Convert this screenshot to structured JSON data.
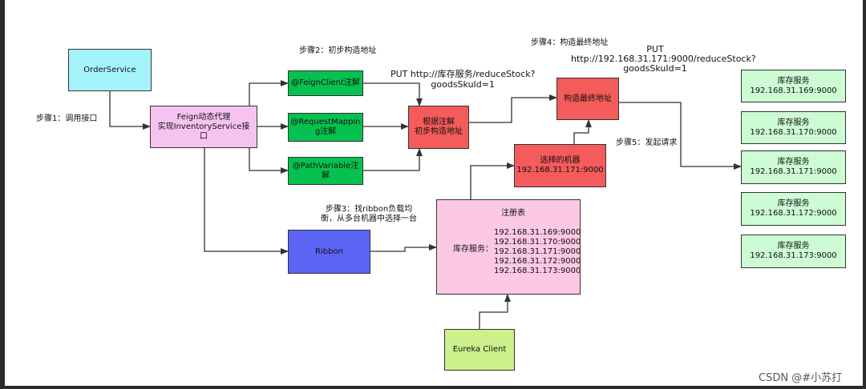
{
  "nodes": {
    "order_service": "OrderService",
    "feign_proxy": [
      "Feign动态代理",
      "实现InventoryService接",
      "口"
    ],
    "feign_client": "@FeignClient注解",
    "request_mapping": [
      "@RequestMappin",
      "g注解"
    ],
    "path_variable": [
      "@PathVariable注",
      "解"
    ],
    "build_initial": [
      "根据注解",
      "初步构造地址"
    ],
    "build_final": "构造最终地址",
    "chosen_machine": [
      "选择的机器",
      "192.168.31.171:9000"
    ],
    "ribbon": "Ribbon",
    "registry_title": "注册表",
    "registry_label": "库存服务：",
    "registry_items": [
      "192.168.31.169:9000",
      "192.168.31.170:9000",
      "192.168.31.171:9000",
      "192.168.31.172:9000",
      "192.168.31.173:9000"
    ],
    "eureka_client": "Eureka Client",
    "inventory_services": [
      {
        "name": "库存服务",
        "addr": "192.168.31.169:9000"
      },
      {
        "name": "库存服务",
        "addr": "192.168.31.170:9000"
      },
      {
        "name": "库存服务",
        "addr": "192.168.31.171:9000"
      },
      {
        "name": "库存服务",
        "addr": "192.168.31.172:9000"
      },
      {
        "name": "库存服务",
        "addr": "192.168.31.173:9000"
      }
    ]
  },
  "labels": {
    "step1": "步骤1：调用接口",
    "step2": "步骤2：初步构造地址",
    "put_initial": [
      "PUT http://库存服务/reduceStock?",
      "goodsSkuId=1"
    ],
    "step4": "步骤4：构造最终地址",
    "put_final": [
      "PUT",
      "http://192.168.31.171:9000/reduceStock?",
      "goodsSkuId=1"
    ],
    "step5": "步骤5：发起请求",
    "step3": [
      "步骤3：找ribbon负载均",
      "衡，从多台机器中选择一台"
    ]
  },
  "watermark": "CSDN @#小苏打",
  "colors": {
    "cyan": "#a6f4fb",
    "pink": "#f6c3f1",
    "green": "#06c14f",
    "red": "#f45b5b",
    "blue": "#5c64f4",
    "light_pink": "#fcc8e4",
    "lime": "#ccf08c",
    "teal_green": "#ccfbd4"
  }
}
